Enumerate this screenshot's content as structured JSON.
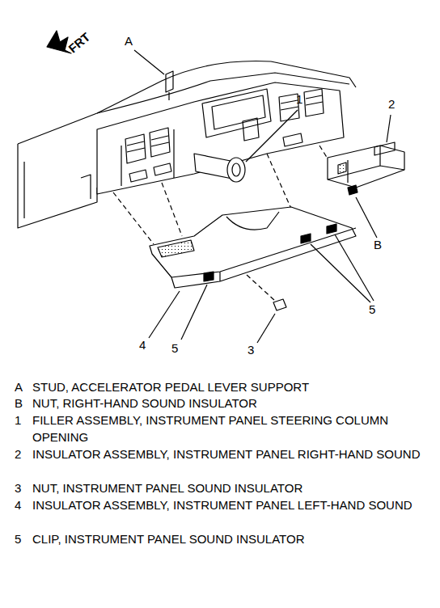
{
  "diagram": {
    "labels": [
      "FRT",
      "A",
      "1",
      "2",
      "B",
      "5",
      "4",
      "5",
      "3",
      "A",
      "STUD, ACCELERATOR PEDAL LEVER SUPPORT",
      "B",
      "NUT, RIGHT-HAND SOUND INSULATOR",
      "1",
      "FILLER ASSEMBLY, INSTRUMENT PANEL STEERING COLUMN OPENING",
      "2",
      "INSULATOR ASSEMBLY, INSTRUMENT PANEL RIGHT-HAND SOUND",
      "3",
      "NUT, INSTRUMENT PANEL SOUND INSULATOR",
      "4",
      "INSULATOR ASSEMBLY, INSTRUMENT PANEL LEFT-HAND SOUND",
      "5",
      "CLIP, INSTRUMENT PANEL SOUND INSULATOR"
    ]
  }
}
